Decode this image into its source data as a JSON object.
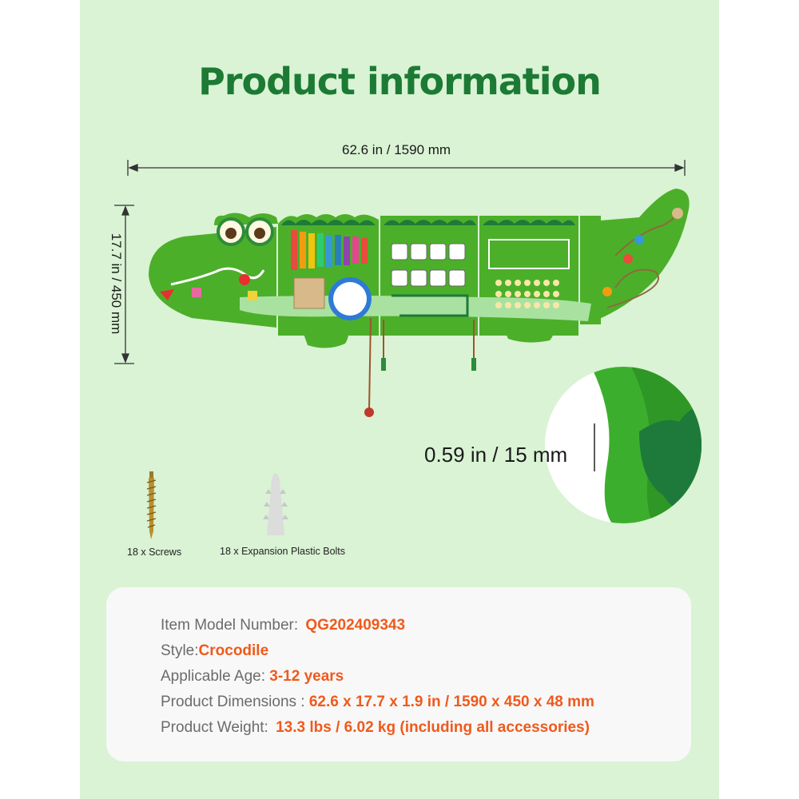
{
  "title": "Product information",
  "dimensions": {
    "width_label": "62.6 in / 1590 mm",
    "height_label": "17.7 in / 450 mm",
    "thickness_label": "0.59 in / 15 mm"
  },
  "accessories": [
    {
      "label": "18 x Screws"
    },
    {
      "label": "18 x Expansion Plastic Bolts"
    }
  ],
  "specs": [
    {
      "key": "Item Model Number:",
      "value": "QG202409343"
    },
    {
      "key": "Style:",
      "value": "Crocodile"
    },
    {
      "key": "Applicable Age:",
      "value": "3-12 years"
    },
    {
      "key": "Product Dimensions :",
      "value": "62.6 x 17.7 x 1.9 in / 1590 x 450 x 48 mm"
    },
    {
      "key": "Product Weight:",
      "value": "13.3 lbs / 6.02 kg (including all accessories)"
    }
  ],
  "colors": {
    "background": "#d9f3d4",
    "title": "#1c7a35",
    "board_green": "#4caf2a",
    "dark_green": "#1e7a3a",
    "value_orange": "#ef5a1c"
  }
}
